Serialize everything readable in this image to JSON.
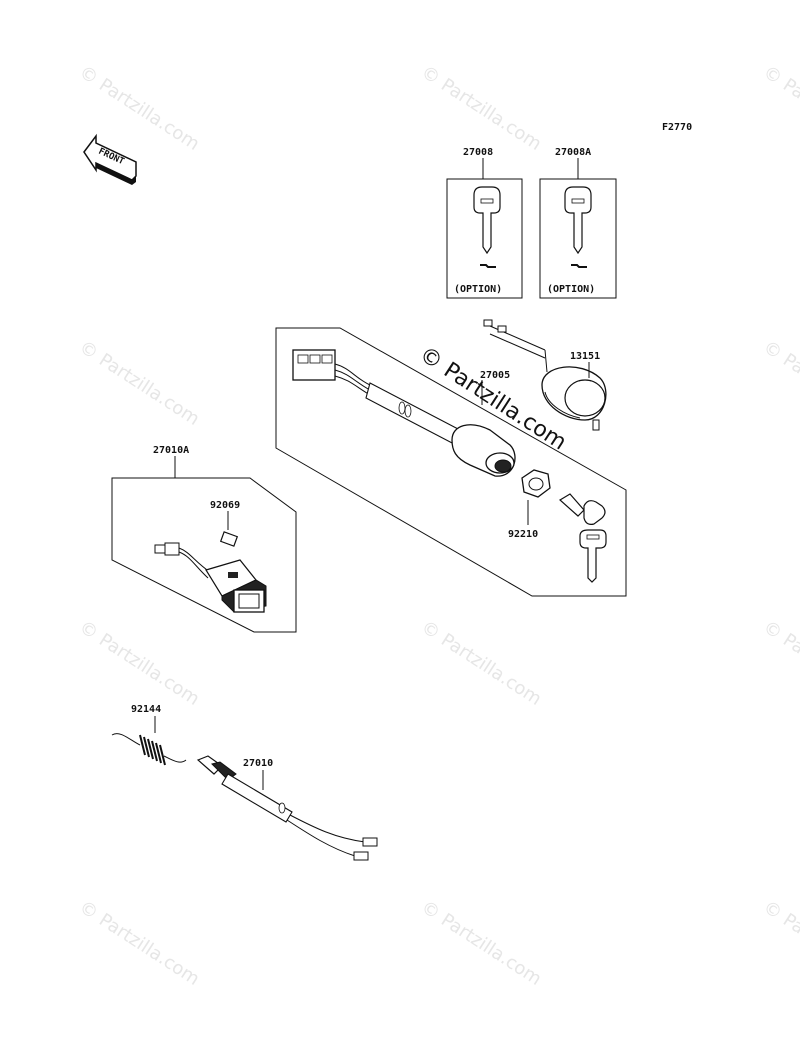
{
  "figure_code": "F2770",
  "front_label": "FRONT",
  "option_label": "(OPTION)",
  "callouts": {
    "key_blank": "27008",
    "key_blank_a": "27008A",
    "ignition_switch": "27005",
    "lock_cylinder": "13151",
    "nut": "92210",
    "switch_assembly": "27010A",
    "switch_clip": "92069",
    "spring": "92144",
    "stop_switch": "27010"
  },
  "watermark": {
    "main": "© Partzilla.com",
    "tile": "© Partzilla.com"
  }
}
